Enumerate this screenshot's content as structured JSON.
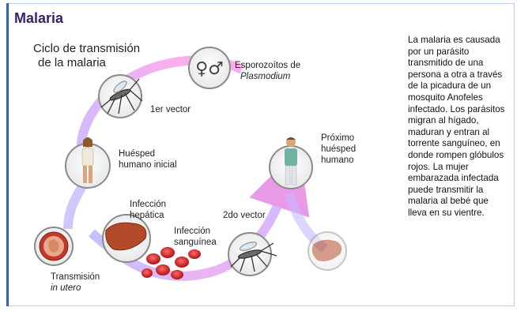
{
  "section_title": "Malaria",
  "diagram": {
    "title_line1": "Ciclo de transmisión",
    "title_line2": "de la malaria",
    "sporozoites_line1": "Esporozoítos de",
    "sporozoites_line2": "Plasmodium",
    "first_vector": "1er vector",
    "initial_host_line1": "Huésped",
    "initial_host_line2": "humano inicial",
    "next_host_line1": "Próximo",
    "next_host_line2": "huésped",
    "next_host_line3": "humano",
    "hepatic_line1": "Infección",
    "hepatic_line2": "hepática",
    "second_vector": "2do vector",
    "blood_line1": "Infección",
    "blood_line2": "sanguínea",
    "utero_line1": "Transmisión",
    "utero_line2": "in utero",
    "sex_symbols": "♀♂"
  },
  "description": "La malaria es causada por un parásito transmitido de una persona a otra a través de la picadura de un mosquito Anofeles infectado. Los parásitos migran al hígado, maduran y entran al torrente sanguíneo, en donde rompen glóbulos rojos. La mujer embarazada infectada puede transmitir la malaria al bebé que lleva en su vientre."
}
